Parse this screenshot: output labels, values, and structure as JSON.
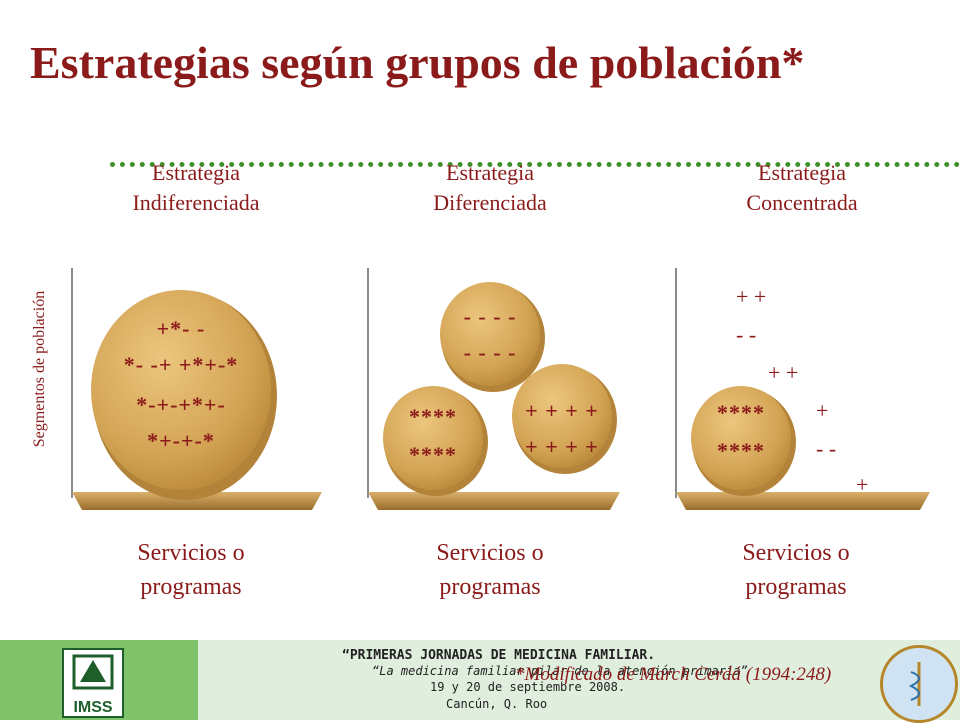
{
  "title": "Estrategias según grupos de población*",
  "y_axis_label": "Segmentos de población",
  "columns": [
    {
      "strategy": "Estrategia Indiferenciada",
      "strategy_line1": "Estrategia",
      "strategy_line2": "Indiferenciada",
      "services_line1": "Servicios o",
      "services_line2": "programas",
      "signs": [
        "+*- -",
        "*- -+ +*+-*",
        "*-+-+*+-",
        "*+-+-*"
      ]
    },
    {
      "strategy": "Estrategia Diferenciada",
      "strategy_line1": "Estrategia",
      "strategy_line2": "Diferenciada",
      "services_line1": "Servicios o",
      "services_line2": "programas",
      "signs_top": [
        "- - - -",
        "- - - -"
      ],
      "signs_left": [
        "****",
        "****"
      ],
      "signs_right": [
        "+ + + +",
        "+ + + +"
      ]
    },
    {
      "strategy": "Estrategia Concentrada",
      "strategy_line1": "Estrategia",
      "strategy_line2": "Concentrada",
      "services_line1": "Servicios o",
      "services_line2": "programas",
      "signs_circle": [
        "****",
        "****"
      ],
      "loose_signs": [
        "+ +",
        "- -",
        "+ +",
        "+",
        "- -",
        "+"
      ]
    }
  ],
  "footer": {
    "event": "“PRIMERAS JORNADAS DE MEDICINA FAMILIAR.",
    "theme": "“La medicina familiar pilar de la atención primaria”",
    "dates": "19 y 20 de septiembre 2008.",
    "place": "Cancún, Q. Roo",
    "logo_text": "IMSS",
    "source_note": "*Modificado de March Cerdá (1994:248)"
  },
  "colors": {
    "title": "#8b1a1a",
    "dots": "#3f8f2a",
    "circle": "#d6a85a",
    "footer_green": "#7fc26a"
  }
}
